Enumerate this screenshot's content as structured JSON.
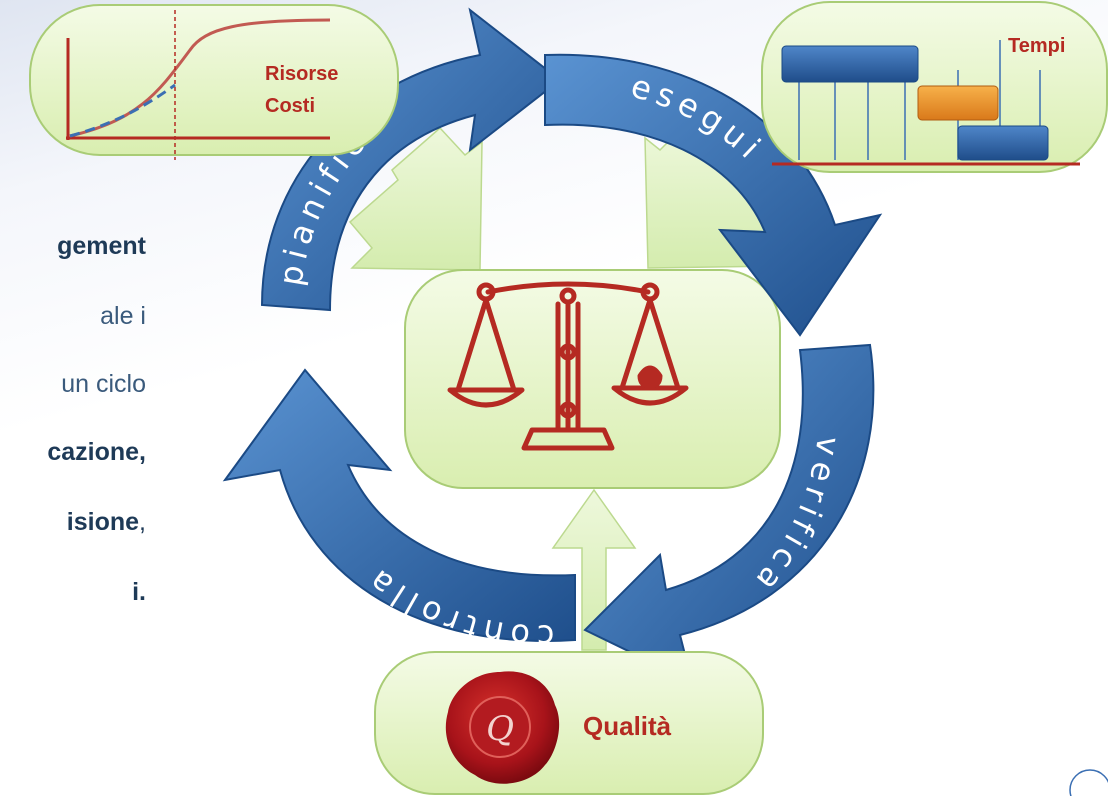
{
  "intro_text": {
    "line1": "gement",
    "line2": "ale i",
    "line3": "un ciclo",
    "line4": "cazione,",
    "line5_bold": "isione",
    "line5_tail": ",",
    "line6": "i."
  },
  "cycle": {
    "step_plan": "pianifica",
    "step_execute": "esegui",
    "step_verify": "verifica",
    "step_control": "controlla"
  },
  "resources_box": {
    "line1": "Risorse",
    "line2": "Costi"
  },
  "time_box": {
    "label": "Tempi"
  },
  "quality_box": {
    "label": "Qualità",
    "seal_letter": "Q"
  },
  "colors": {
    "arrow_blue": "#2e67a8",
    "box_green": "#e7f4cc",
    "label_red": "#b52a22",
    "text_navy": "#1e3a57"
  }
}
